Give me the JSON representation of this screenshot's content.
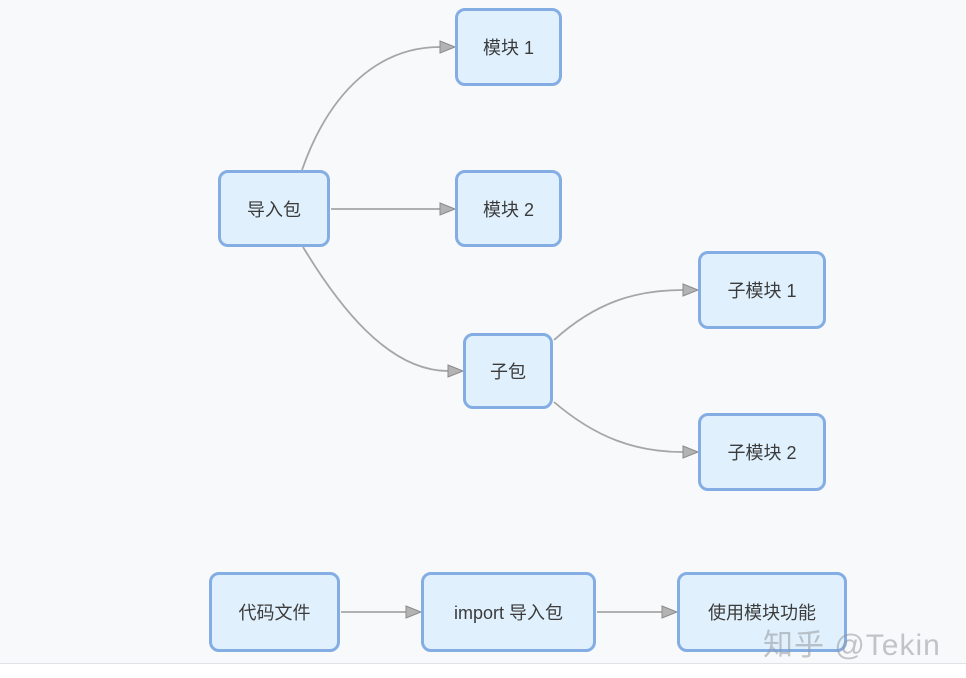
{
  "diagram": {
    "nodes": [
      {
        "id": "module1",
        "label": "模块 1"
      },
      {
        "id": "import-package",
        "label": "导入包"
      },
      {
        "id": "module2",
        "label": "模块 2"
      },
      {
        "id": "subpackage",
        "label": "子包"
      },
      {
        "id": "submodule1",
        "label": "子模块 1"
      },
      {
        "id": "submodule2",
        "label": "子模块 2"
      },
      {
        "id": "code-file",
        "label": "代码文件"
      },
      {
        "id": "import-stmt",
        "label": "import 导入包"
      },
      {
        "id": "use-module",
        "label": "使用模块功能"
      }
    ],
    "edges": [
      {
        "from": "import-package",
        "to": "module1"
      },
      {
        "from": "import-package",
        "to": "module2"
      },
      {
        "from": "import-package",
        "to": "subpackage"
      },
      {
        "from": "subpackage",
        "to": "submodule1"
      },
      {
        "from": "subpackage",
        "to": "submodule2"
      },
      {
        "from": "code-file",
        "to": "import-stmt"
      },
      {
        "from": "import-stmt",
        "to": "use-module"
      }
    ],
    "colors": {
      "background": "#f8f9fb",
      "node_fill": "#e0f1fd",
      "node_border": "#84ade4",
      "edge": "#a6a6a6",
      "text": "#3b3b3b"
    }
  },
  "watermark": {
    "text": "知乎 @Tekin"
  }
}
